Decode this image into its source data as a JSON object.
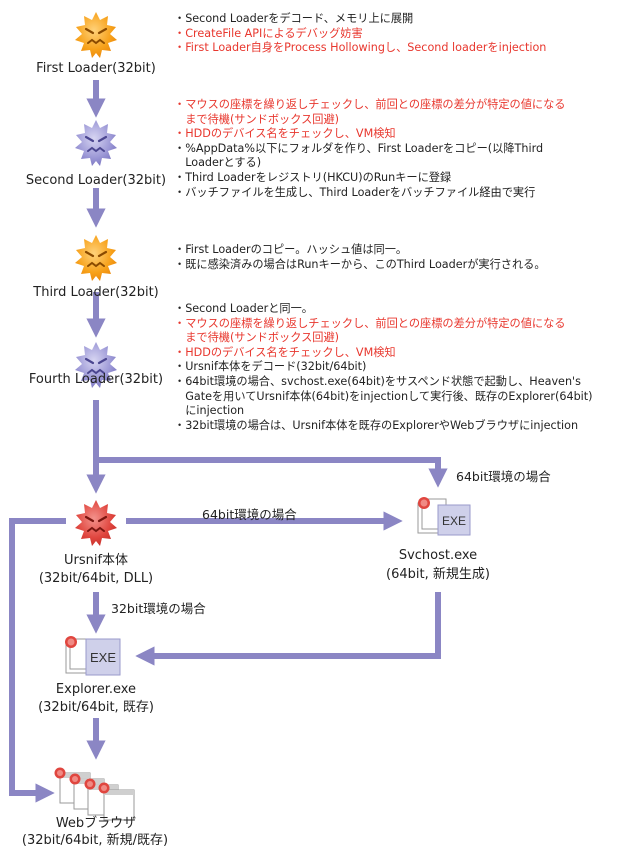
{
  "nodes": {
    "first": "First Loader(32bit)",
    "second": "Second Loader(32bit)",
    "third": "Third Loader(32bit)",
    "fourth": "Fourth Loader(32bit)",
    "ursnif_l1": "Ursnif本体",
    "ursnif_l2": "(32bit/64bit, DLL)",
    "svchost_l1": "Svchost.exe",
    "svchost_l2": "(64bit, 新規生成)",
    "explorer_l1": "Explorer.exe",
    "explorer_l2": "(32bit/64bit, 既存)",
    "browser_l1": "Webブラウザ",
    "browser_l2": "(32bit/64bit, 新規/既存)"
  },
  "exe_label": "EXE",
  "notes": {
    "first": [
      {
        "text": "・Second Loaderをデコード、メモリ上に展開",
        "red": false
      },
      {
        "text": "・CreateFile APIによるデバッグ妨害",
        "red": true
      },
      {
        "text": "・First Loader自身をProcess Hollowingし、Second loaderをinjection",
        "red": true
      }
    ],
    "second": [
      {
        "text": "・マウスの座標を繰り返しチェックし、前回との座標の差分が特定の値になる",
        "red": true
      },
      {
        "text": "　まで待機(サンドボックス回避)",
        "red": true
      },
      {
        "text": "・HDDのデバイス名をチェックし、VM検知",
        "red": true
      },
      {
        "text": "・%AppData%以下にフォルダを作り、First Loaderをコピー(以降Third",
        "red": false
      },
      {
        "text": "　Loaderとする)",
        "red": false
      },
      {
        "text": "・Third Loaderをレジストリ(HKCU)のRunキーに登録",
        "red": false
      },
      {
        "text": "・バッチファイルを生成し、Third Loaderをバッチファイル経由で実行",
        "red": false
      }
    ],
    "third": [
      {
        "text": "・First Loaderのコピー。ハッシュ値は同一。",
        "red": false
      },
      {
        "text": "・既に感染済みの場合はRunキーから、このThird Loaderが実行される。",
        "red": false
      }
    ],
    "fourth": [
      {
        "text": "・Second Loaderと同一。",
        "red": false
      },
      {
        "text": "・マウスの座標を繰り返しチェックし、前回との座標の差分が特定の値になる",
        "red": true
      },
      {
        "text": "　まで待機(サンドボックス回避)",
        "red": true
      },
      {
        "text": "・HDDのデバイス名をチェックし、VM検知",
        "red": true
      },
      {
        "text": "・Ursnif本体をデコード(32bit/64bit)",
        "red": false
      },
      {
        "text": "・64bit環境の場合、svchost.exe(64bit)をサスペンド状態で起動し、Heaven's",
        "red": false
      },
      {
        "text": "　Gateを用いてUrsnif本体(64bit)をinjectionして実行後、既存のExplorer(64bit)",
        "red": false
      },
      {
        "text": "　にinjection",
        "red": false
      },
      {
        "text": "・32bit環境の場合は、Ursnif本体を既存のExplorerやWebブラウザにinjection",
        "red": false
      }
    ]
  },
  "conditions": {
    "top_right": "64bit環境の場合",
    "middle": "64bit環境の場合",
    "left": "32bit環境の場合"
  },
  "colors": {
    "arrow": "#8b86c4",
    "orange": "#f7a11a",
    "purple": "#9c98d6",
    "red_bug": "#e0463f",
    "highlight_text": "#e8372e"
  }
}
